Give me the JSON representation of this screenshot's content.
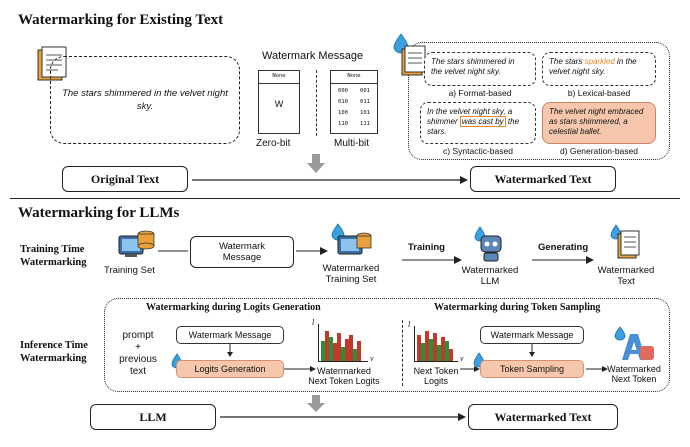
{
  "top": {
    "title": "Watermarking for Existing Text",
    "sample_text": "The stars shimmered in the velvet night sky.",
    "watermark_message_label": "Watermark Message",
    "zero_bit": {
      "header": "None",
      "value": "W",
      "label": "Zero-bit"
    },
    "multi_bit": {
      "header": "None",
      "rows": [
        [
          "000",
          "001"
        ],
        [
          "010",
          "011"
        ],
        [
          "100",
          "101"
        ],
        [
          "110",
          "111"
        ]
      ],
      "label": "Multi-bit"
    },
    "samples": {
      "format": {
        "text_a": "The stars shimmered in",
        "text_b": "the velvet night sky.",
        "caption": "a) Format-based"
      },
      "lexical": {
        "text_a": "The stars ",
        "highlight": "sparkled",
        "text_b": " in the",
        "text_c": "velvet night sky.",
        "caption": "b) Lexical-based"
      },
      "syntactic": {
        "text_a": "In the velvet night sky, a",
        "text_b": "shimmer ",
        "highlight": "was cast by",
        "text_c": " the",
        "text_d": "stars.",
        "caption": "c) Syntactic-based"
      },
      "generation": {
        "text_a": "The velvet night embraced",
        "text_b": "as stars shimmered, a",
        "text_c": "celestial ballet.",
        "caption": "d) Generation-based"
      }
    },
    "original_text_label": "Original Text",
    "watermarked_text_label": "Watermarked Text"
  },
  "bottom": {
    "title": "Watermarking for LLMs",
    "training_time_label_a": "Training Time",
    "training_time_label_b": "Watermarking",
    "training_set_label": "Training Set",
    "watermark_message_a": "Watermark",
    "watermark_message_b": "Message",
    "watermarked_training_set_a": "Watermarked",
    "watermarked_training_set_b": "Training Set",
    "training_arrow_label": "Training",
    "watermarked_llm_a": "Watermarked",
    "watermarked_llm_b": "LLM",
    "generating_arrow_label": "Generating",
    "watermarked_text_a": "Watermarked",
    "watermarked_text_b": "Text",
    "inference_time_label_a": "Inference Time",
    "inference_time_label_b": "Watermarking",
    "logits_generation_title": "Watermarking during Logits Generation",
    "token_sampling_title": "Watermarking during Token Sampling",
    "prompt_a": "prompt",
    "prompt_plus": "+",
    "prompt_b": "previous",
    "prompt_c": "text",
    "watermark_message_full": "Watermark Message",
    "logits_generation_label": "Logits Generation",
    "watermarked_next_token_logits_a": "Watermarked",
    "watermarked_next_token_logits_b": "Next Token Logits",
    "next_token_logits_a": "Next Token",
    "next_token_logits_b": "Logits",
    "token_sampling_label": "Token Sampling",
    "watermarked_next_token_a": "Watermarked",
    "watermarked_next_token_b": "Next Token",
    "axis_l": "l",
    "axis_v": "v",
    "llm_label": "LLM",
    "watermarked_text_label": "Watermarked Text"
  },
  "colors": {
    "orange_fill": "#f6c7ad",
    "highlight": "#e88a2b",
    "water_blue": "#3aa0e0",
    "bar_green": "#2a8f3a",
    "bar_red": "#c0392b"
  }
}
